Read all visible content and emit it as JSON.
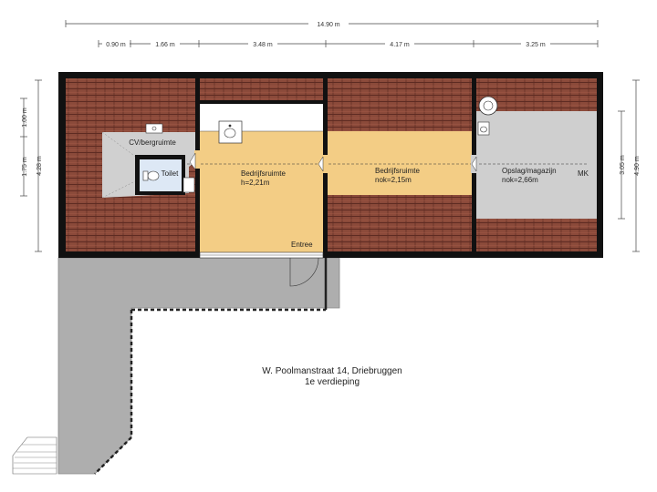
{
  "dimensions": {
    "total_width": "14.90 m",
    "segments": [
      "0.90 m",
      "1.66 m",
      "3.48 m",
      "4.17 m",
      "3.25 m"
    ],
    "left_small_top": "1.00 m",
    "left_small_bottom": "1.75 m",
    "left_total": "4.28 m",
    "right_inner": "3.05 m",
    "right_total": "4.90 m"
  },
  "rooms": {
    "storage_left": "CV/bergruimte",
    "toilet": "Toilet",
    "work1_name": "Bedrijfsruimte",
    "work1_height": "h=2,21m",
    "work2_name": "Bedrijfsruimte",
    "work2_height": "nok=2,15m",
    "storage_right_name": "Opslag/magazijn",
    "storage_right_height": "nok=2,66m",
    "mk": "MK",
    "entrance": "Entree"
  },
  "caption": {
    "line1": "W. Poolmanstraat 14, Driebruggen",
    "line2": "1e verdieping"
  },
  "colors": {
    "roof": "#8b4a3a",
    "roof_line": "#6e3328",
    "wall": "#111111",
    "floor_wood": "#f3cd85",
    "floor_grey": "#cfcfcf",
    "terrace": "#aeaeae",
    "toilet_tile": "#dde8f5"
  }
}
